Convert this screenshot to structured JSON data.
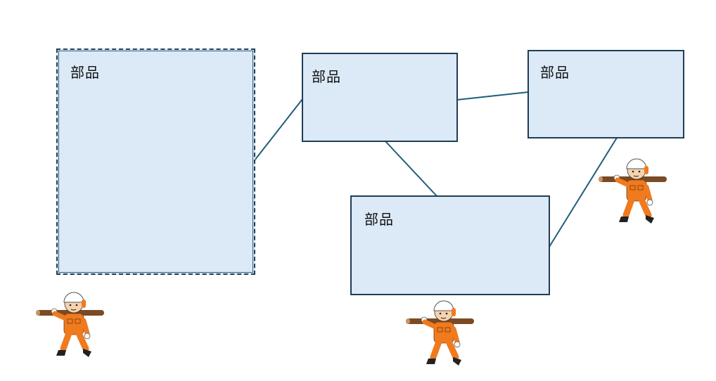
{
  "diagram": {
    "boxes": [
      {
        "id": "box-left",
        "label": "部品",
        "selected": true
      },
      {
        "id": "box-top-middle",
        "label": "部品",
        "selected": false
      },
      {
        "id": "box-top-right",
        "label": "部品",
        "selected": false
      },
      {
        "id": "box-bottom-middle",
        "label": "部品",
        "selected": false
      }
    ],
    "connectors": [
      {
        "from": "box-left",
        "to": "box-top-middle"
      },
      {
        "from": "box-top-middle",
        "to": "box-top-right"
      },
      {
        "from": "box-top-middle",
        "to": "box-bottom-middle"
      },
      {
        "from": "box-top-right",
        "to": "box-bottom-middle"
      }
    ],
    "workers": [
      {
        "name": "worker-carrying-log",
        "icon": "worker-carrying-log-icon"
      },
      {
        "name": "worker-carrying-log",
        "icon": "worker-carrying-log-icon"
      },
      {
        "name": "worker-carrying-log",
        "icon": "worker-carrying-log-icon"
      }
    ],
    "colors": {
      "box_fill": "#dce9f6",
      "box_border": "#1f3d55",
      "connector": "#1f5e7a",
      "worker_suit": "#f07a1e",
      "worker_helmet": "#ffffff",
      "log": "#7a4a24"
    }
  }
}
